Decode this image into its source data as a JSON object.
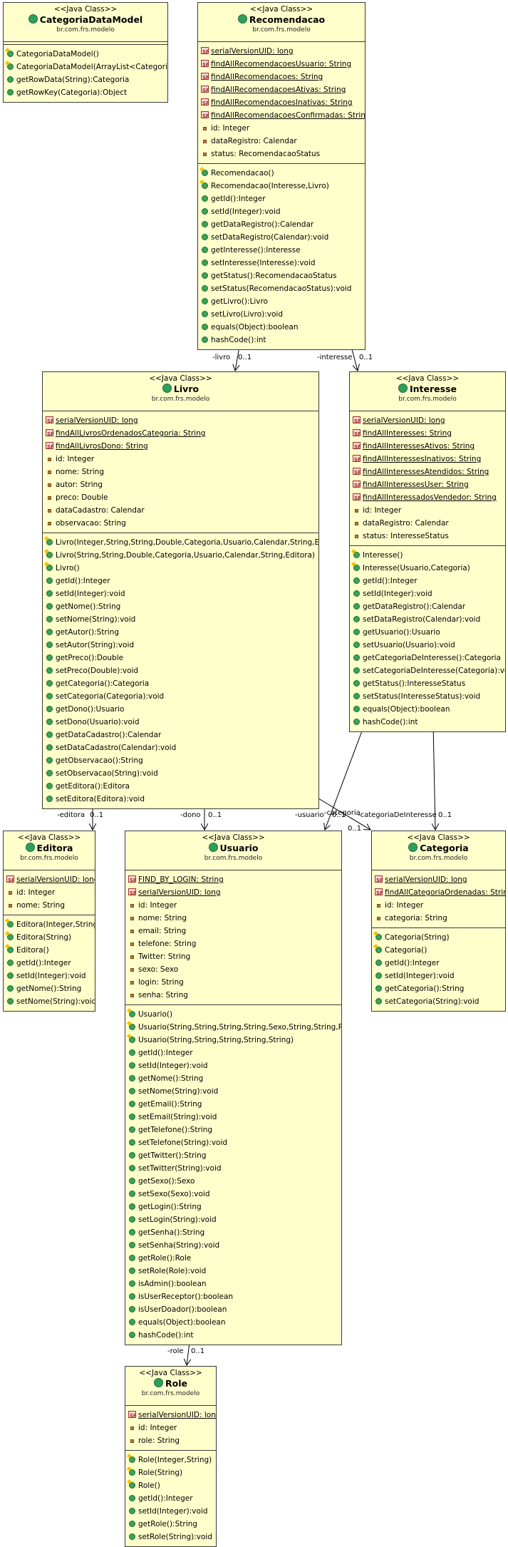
{
  "classes": {
    "categoriadatamodel": {
      "stereotype": "<<Java Class>>",
      "name": "CategoriaDataModel",
      "package": "br.com.frs.modelo",
      "attributes": [],
      "operations": [
        {
          "icon": "ctor",
          "text": "CategoriaDataModel()"
        },
        {
          "icon": "ctor",
          "text": "CategoriaDataModel(ArrayList<Categoria>)"
        },
        {
          "icon": "pub",
          "text": "getRowData(String):Categoria"
        },
        {
          "icon": "pub",
          "text": "getRowKey(Categoria):Object"
        }
      ]
    },
    "recomendacao": {
      "stereotype": "<<Java Class>>",
      "name": "Recomendacao",
      "package": "br.com.frs.modelo",
      "attributes": [
        {
          "icon": "sf",
          "text": "serialVersionUID: long",
          "u": true
        },
        {
          "icon": "sf",
          "text": "findAllRecomendacoesUsuario: String",
          "u": true
        },
        {
          "icon": "sf",
          "text": "findAllRecomendacoes: String",
          "u": true
        },
        {
          "icon": "sf",
          "text": "findAllRecomendacoesAtivas: String",
          "u": true
        },
        {
          "icon": "sf",
          "text": "findAllRecomendacoesInativas: String",
          "u": true
        },
        {
          "icon": "sf",
          "text": "findAllRecomendacoesConfirmadas: String",
          "u": true
        },
        {
          "icon": "priv",
          "text": "id: Integer"
        },
        {
          "icon": "priv",
          "text": "dataRegistro: Calendar"
        },
        {
          "icon": "priv",
          "text": "status: RecomendacaoStatus"
        }
      ],
      "operations": [
        {
          "icon": "ctor",
          "text": "Recomendacao()"
        },
        {
          "icon": "ctor",
          "text": "Recomendacao(Interesse,Livro)"
        },
        {
          "icon": "pub",
          "text": "getId():Integer"
        },
        {
          "icon": "pub",
          "text": "setId(Integer):void"
        },
        {
          "icon": "pub",
          "text": "getDataRegistro():Calendar"
        },
        {
          "icon": "pub",
          "text": "setDataRegistro(Calendar):void"
        },
        {
          "icon": "pub",
          "text": "getInteresse():Interesse"
        },
        {
          "icon": "pub",
          "text": "setInteresse(Interesse):void"
        },
        {
          "icon": "pub",
          "text": "getStatus():RecomendacaoStatus"
        },
        {
          "icon": "pub",
          "text": "setStatus(RecomendacaoStatus):void"
        },
        {
          "icon": "pub",
          "text": "getLivro():Livro"
        },
        {
          "icon": "pub",
          "text": "setLivro(Livro):void"
        },
        {
          "icon": "pub",
          "text": "equals(Object):boolean"
        },
        {
          "icon": "pub",
          "text": "hashCode():int"
        }
      ]
    },
    "livro": {
      "stereotype": "<<Java Class>>",
      "name": "Livro",
      "package": "br.com.frs.modelo",
      "attributes": [
        {
          "icon": "sf",
          "text": "serialVersionUID: long",
          "u": true
        },
        {
          "icon": "sf",
          "text": "findAllLivrosOrdenadosCategoria: String",
          "u": true
        },
        {
          "icon": "sf",
          "text": "findAllLivrosDono: String",
          "u": true
        },
        {
          "icon": "priv",
          "text": "id: Integer"
        },
        {
          "icon": "priv",
          "text": "nome: String"
        },
        {
          "icon": "priv",
          "text": "autor: String"
        },
        {
          "icon": "priv",
          "text": "preco: Double"
        },
        {
          "icon": "priv",
          "text": "dataCadastro: Calendar"
        },
        {
          "icon": "priv",
          "text": "observacao: String"
        }
      ],
      "operations": [
        {
          "icon": "ctor",
          "text": "Livro(Integer,String,String,Double,Categoria,Usuario,Calendar,String,Editora)"
        },
        {
          "icon": "ctor",
          "text": "Livro(String,String,Double,Categoria,Usuario,Calendar,String,Editora)"
        },
        {
          "icon": "ctor",
          "text": "Livro()"
        },
        {
          "icon": "pub",
          "text": "getId():Integer"
        },
        {
          "icon": "pub",
          "text": "setId(Integer):void"
        },
        {
          "icon": "pub",
          "text": "getNome():String"
        },
        {
          "icon": "pub",
          "text": "setNome(String):void"
        },
        {
          "icon": "pub",
          "text": "getAutor():String"
        },
        {
          "icon": "pub",
          "text": "setAutor(String):void"
        },
        {
          "icon": "pub",
          "text": "getPreco():Double"
        },
        {
          "icon": "pub",
          "text": "setPreco(Double):void"
        },
        {
          "icon": "pub",
          "text": "getCategoria():Categoria"
        },
        {
          "icon": "pub",
          "text": "setCategoria(Categoria):void"
        },
        {
          "icon": "pub",
          "text": "getDono():Usuario"
        },
        {
          "icon": "pub",
          "text": "setDono(Usuario):void"
        },
        {
          "icon": "pub",
          "text": "getDataCadastro():Calendar"
        },
        {
          "icon": "pub",
          "text": "setDataCadastro(Calendar):void"
        },
        {
          "icon": "pub",
          "text": "getObservacao():String"
        },
        {
          "icon": "pub",
          "text": "setObservacao(String):void"
        },
        {
          "icon": "pub",
          "text": "getEditora():Editora"
        },
        {
          "icon": "pub",
          "text": "setEditora(Editora):void"
        }
      ]
    },
    "interesse": {
      "stereotype": "<<Java Class>>",
      "name": "Interesse",
      "package": "br.com.frs.modelo",
      "attributes": [
        {
          "icon": "sf",
          "text": "serialVersionUID: long",
          "u": true
        },
        {
          "icon": "sf",
          "text": "findAllInteresses: String",
          "u": true
        },
        {
          "icon": "sf",
          "text": "findAllInteressesAtivos: String",
          "u": true
        },
        {
          "icon": "sf",
          "text": "findAllInteressesInativos: String",
          "u": true
        },
        {
          "icon": "sf",
          "text": "findAllInteressesAtendidos: String",
          "u": true
        },
        {
          "icon": "sf",
          "text": "findAllInteressesUser: String",
          "u": true
        },
        {
          "icon": "sf",
          "text": "findAllInteressadosVendedor: String",
          "u": true
        },
        {
          "icon": "priv",
          "text": "id: Integer"
        },
        {
          "icon": "priv",
          "text": "dataRegistro: Calendar"
        },
        {
          "icon": "priv",
          "text": "status: InteresseStatus"
        }
      ],
      "operations": [
        {
          "icon": "ctor",
          "text": "Interesse()"
        },
        {
          "icon": "ctor",
          "text": "Interesse(Usuario,Categoria)"
        },
        {
          "icon": "pub",
          "text": "getId():Integer"
        },
        {
          "icon": "pub",
          "text": "setId(Integer):void"
        },
        {
          "icon": "pub",
          "text": "getDataRegistro():Calendar"
        },
        {
          "icon": "pub",
          "text": "setDataRegistro(Calendar):void"
        },
        {
          "icon": "pub",
          "text": "getUsuario():Usuario"
        },
        {
          "icon": "pub",
          "text": "setUsuario(Usuario):void"
        },
        {
          "icon": "pub",
          "text": "getCategoriaDeInteresse():Categoria"
        },
        {
          "icon": "pub",
          "text": "setCategoriaDeInteresse(Categoria):void"
        },
        {
          "icon": "pub",
          "text": "getStatus():InteresseStatus"
        },
        {
          "icon": "pub",
          "text": "setStatus(InteresseStatus):void"
        },
        {
          "icon": "pub",
          "text": "equals(Object):boolean"
        },
        {
          "icon": "pub",
          "text": "hashCode():int"
        }
      ]
    },
    "editora": {
      "stereotype": "<<Java Class>>",
      "name": "Editora",
      "package": "br.com.frs.modelo",
      "attributes": [
        {
          "icon": "sf",
          "text": "serialVersionUID: long",
          "u": true
        },
        {
          "icon": "priv",
          "text": "id: Integer"
        },
        {
          "icon": "priv",
          "text": "nome: String"
        }
      ],
      "operations": [
        {
          "icon": "ctor",
          "text": "Editora(Integer,String)"
        },
        {
          "icon": "ctor",
          "text": "Editora(String)"
        },
        {
          "icon": "ctor",
          "text": "Editora()"
        },
        {
          "icon": "pub",
          "text": "getId():Integer"
        },
        {
          "icon": "pub",
          "text": "setId(Integer):void"
        },
        {
          "icon": "pub",
          "text": "getNome():String"
        },
        {
          "icon": "pub",
          "text": "setNome(String):void"
        }
      ]
    },
    "usuario": {
      "stereotype": "<<Java Class>>",
      "name": "Usuario",
      "package": "br.com.frs.modelo",
      "attributes": [
        {
          "icon": "sf",
          "text": "FIND_BY_LOGIN: String",
          "u": true
        },
        {
          "icon": "sf",
          "text": "serialVersionUID: long",
          "u": true
        },
        {
          "icon": "priv",
          "text": "id: Integer"
        },
        {
          "icon": "priv",
          "text": "nome: String"
        },
        {
          "icon": "priv",
          "text": "email: String"
        },
        {
          "icon": "priv",
          "text": "telefone: String"
        },
        {
          "icon": "priv",
          "text": "Twitter: String"
        },
        {
          "icon": "priv",
          "text": "sexo: Sexo"
        },
        {
          "icon": "priv",
          "text": "login: String"
        },
        {
          "icon": "priv",
          "text": "senha: String"
        }
      ],
      "operations": [
        {
          "icon": "ctor",
          "text": "Usuario()"
        },
        {
          "icon": "ctor",
          "text": "Usuario(String,String,String,String,Sexo,String,String,Role)"
        },
        {
          "icon": "ctor",
          "text": "Usuario(String,String,String,String,String)"
        },
        {
          "icon": "pub",
          "text": "getId():Integer"
        },
        {
          "icon": "pub",
          "text": "setId(Integer):void"
        },
        {
          "icon": "pub",
          "text": "getNome():String"
        },
        {
          "icon": "pub",
          "text": "setNome(String):void"
        },
        {
          "icon": "pub",
          "text": "getEmail():String"
        },
        {
          "icon": "pub",
          "text": "setEmail(String):void"
        },
        {
          "icon": "pub",
          "text": "getTelefone():String"
        },
        {
          "icon": "pub",
          "text": "setTelefone(String):void"
        },
        {
          "icon": "pub",
          "text": "getTwitter():String"
        },
        {
          "icon": "pub",
          "text": "setTwitter(String):void"
        },
        {
          "icon": "pub",
          "text": "getSexo():Sexo"
        },
        {
          "icon": "pub",
          "text": "setSexo(Sexo):void"
        },
        {
          "icon": "pub",
          "text": "getLogin():String"
        },
        {
          "icon": "pub",
          "text": "setLogin(String):void"
        },
        {
          "icon": "pub",
          "text": "getSenha():String"
        },
        {
          "icon": "pub",
          "text": "setSenha(String):void"
        },
        {
          "icon": "pub",
          "text": "getRole():Role"
        },
        {
          "icon": "pub",
          "text": "setRole(Role):void"
        },
        {
          "icon": "pub",
          "text": "isAdmin():boolean"
        },
        {
          "icon": "pub",
          "text": "isUserReceptor():boolean"
        },
        {
          "icon": "pub",
          "text": "isUserDoador():boolean"
        },
        {
          "icon": "pub",
          "text": "equals(Object):boolean"
        },
        {
          "icon": "pub",
          "text": "hashCode():int"
        }
      ]
    },
    "categoria": {
      "stereotype": "<<Java Class>>",
      "name": "Categoria",
      "package": "br.com.frs.modelo",
      "attributes": [
        {
          "icon": "sf",
          "text": "serialVersionUID: long",
          "u": true
        },
        {
          "icon": "sf",
          "text": "findAllCategoriaOrdenadas: String",
          "u": true
        },
        {
          "icon": "priv",
          "text": "id: Integer"
        },
        {
          "icon": "priv",
          "text": "categoria: String"
        }
      ],
      "operations": [
        {
          "icon": "ctor",
          "text": "Categoria(String)"
        },
        {
          "icon": "ctor",
          "text": "Categoria()"
        },
        {
          "icon": "pub",
          "text": "getId():Integer"
        },
        {
          "icon": "pub",
          "text": "setId(Integer):void"
        },
        {
          "icon": "pub",
          "text": "getCategoria():String"
        },
        {
          "icon": "pub",
          "text": "setCategoria(String):void"
        }
      ]
    },
    "role": {
      "stereotype": "<<Java Class>>",
      "name": "Role",
      "package": "br.com.frs.modelo",
      "attributes": [
        {
          "icon": "sf",
          "text": "serialVersionUID: long",
          "u": true
        },
        {
          "icon": "priv",
          "text": "id: Integer"
        },
        {
          "icon": "priv",
          "text": "role: String"
        }
      ],
      "operations": [
        {
          "icon": "ctor",
          "text": "Role(Integer,String)"
        },
        {
          "icon": "ctor",
          "text": "Role(String)"
        },
        {
          "icon": "ctor",
          "text": "Role()"
        },
        {
          "icon": "pub",
          "text": "getId():Integer"
        },
        {
          "icon": "pub",
          "text": "setId(Integer):void"
        },
        {
          "icon": "pub",
          "text": "getRole():String"
        },
        {
          "icon": "pub",
          "text": "setRole(String):void"
        }
      ]
    }
  },
  "associations": [
    {
      "id": "rec-livro",
      "role": "-livro",
      "multiplicity": "0..1"
    },
    {
      "id": "rec-interesse",
      "role": "-interesse",
      "multiplicity": "0..1"
    },
    {
      "id": "livro-editora",
      "role": "-editora",
      "multiplicity": "0..1"
    },
    {
      "id": "livro-dono",
      "role": "-dono",
      "multiplicity": "0..1"
    },
    {
      "id": "livro-categoria",
      "role": "-categoria",
      "multiplicity": "0..1"
    },
    {
      "id": "interesse-usuario",
      "role": "-usuario",
      "multiplicity": "0..1"
    },
    {
      "id": "interesse-categoria",
      "role": "-categoriaDeInteresse",
      "multiplicity": "0..1"
    },
    {
      "id": "usuario-role",
      "role": "-role",
      "multiplicity": "0..1"
    }
  ]
}
